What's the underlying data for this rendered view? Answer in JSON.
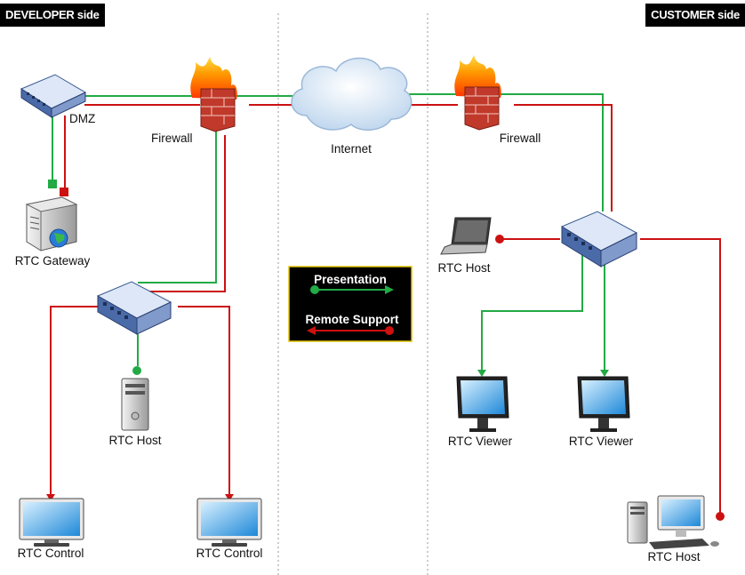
{
  "headers": {
    "developer": "DEVELOPER side",
    "customer": "CUSTOMER side"
  },
  "labels": {
    "dmz": "DMZ",
    "firewall_left": "Firewall",
    "internet": "Internet",
    "firewall_right": "Firewall",
    "rtc_gateway": "RTC Gateway",
    "rtc_host_left": "RTC Host",
    "rtc_control_1": "RTC Control",
    "rtc_control_2": "RTC Control",
    "rtc_host_laptop": "RTC Host",
    "rtc_viewer_1": "RTC Viewer",
    "rtc_viewer_2": "RTC Viewer",
    "rtc_host_desktop": "RTC Host"
  },
  "legend": {
    "presentation": "Presentation",
    "remote_support": "Remote Support"
  },
  "colors": {
    "presentation_line": "#22aa44",
    "remote_support_line": "#cc1111",
    "divider": "#999999"
  }
}
